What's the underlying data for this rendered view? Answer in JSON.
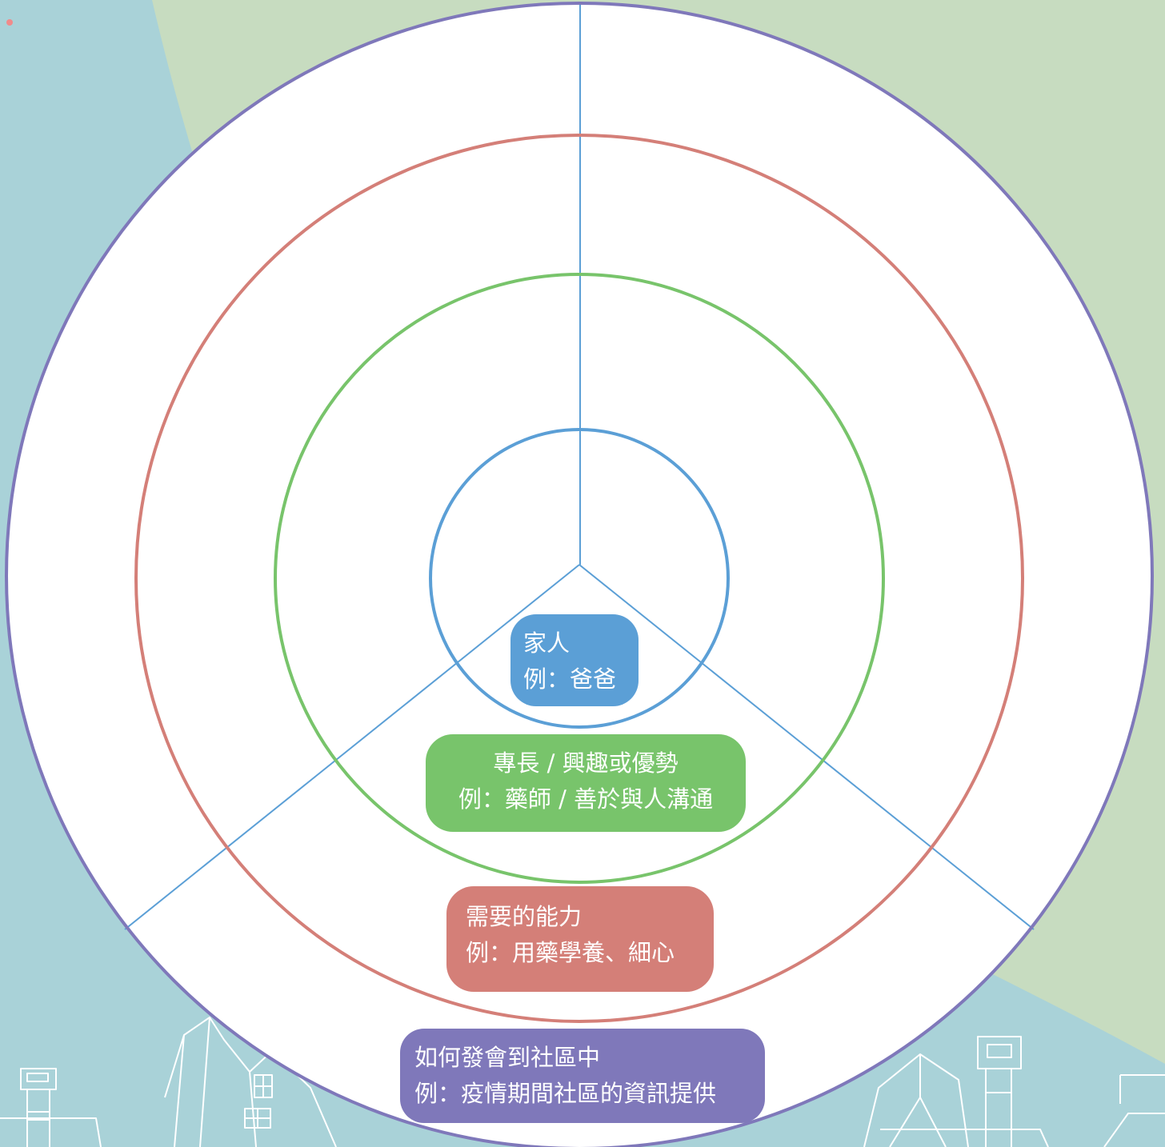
{
  "colors": {
    "background_blue": "#a9d2d8",
    "background_green": "#c7dcc0",
    "disk": "#ffffff",
    "family": "#5b9fd6",
    "skills": "#78c46b",
    "abilities": "#d47f78",
    "community": "#7f78ba",
    "divider": "#5b9fd6"
  },
  "rings": [
    {
      "name": "family",
      "color": "#5b9fd6"
    },
    {
      "name": "skills",
      "color": "#78c46b"
    },
    {
      "name": "abilities",
      "color": "#d47f78"
    },
    {
      "name": "community",
      "color": "#7f78ba"
    }
  ],
  "labels": {
    "family": {
      "title": "家人",
      "example": "例：爸爸"
    },
    "skills": {
      "title": "專長 / 興趣或優勢",
      "example": "例：藥師 / 善於與人溝通"
    },
    "abilities": {
      "title": "需要的能力",
      "example": "例：用藥學養、細心"
    },
    "community": {
      "title": "如何發會到社區中",
      "example": "例：疫情期間社區的資訊提供"
    }
  }
}
